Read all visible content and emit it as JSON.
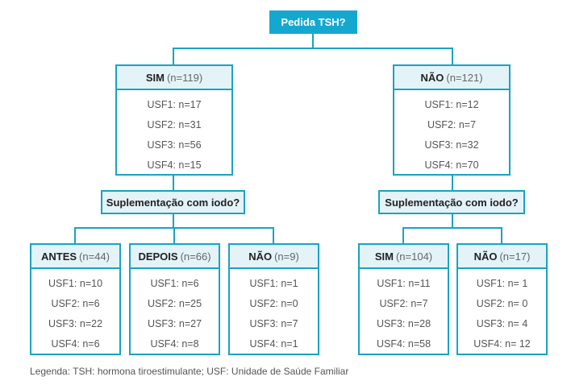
{
  "root": {
    "label": "Pedida TSH?"
  },
  "branches": [
    {
      "label": "SIM",
      "n": "(n=119)",
      "rows": [
        "USF1: n=17",
        "USF2: n=31",
        "USF3: n=56",
        "USF4: n=15"
      ],
      "question": "Suplementação com iodo?",
      "children": [
        {
          "label": "ANTES",
          "n": "(n=44)",
          "rows": [
            "USF1: n=10",
            "USF2: n=6",
            "USF3: n=22",
            "USF4: n=6"
          ]
        },
        {
          "label": "DEPOIS",
          "n": "(n=66)",
          "rows": [
            "USF1: n=6",
            "USF2: n=25",
            "USF3: n=27",
            "USF4: n=8"
          ]
        },
        {
          "label": "NÃO",
          "n": "(n=9)",
          "rows": [
            "USF1: n=1",
            "USF2: n=0",
            "USF3: n=7",
            "USF4: n=1"
          ]
        }
      ]
    },
    {
      "label": "NÃO",
      "n": "(n=121)",
      "rows": [
        "USF1: n=12",
        "USF2: n=7",
        "USF3: n=32",
        "USF4: n=70"
      ],
      "question": "Suplementação com iodo?",
      "children": [
        {
          "label": "SIM",
          "n": "(n=104)",
          "rows": [
            "USF1: n=11",
            "USF2: n=7",
            "USF3: n=28",
            "USF4: n=58"
          ]
        },
        {
          "label": "NÃO",
          "n": "(n=17)",
          "rows": [
            "USF1: n= 1",
            "USF2: n= 0",
            "USF3: n= 4",
            "USF4: n= 12"
          ]
        }
      ]
    }
  ],
  "legend": "Legenda: TSH: hormona tiroestimulante; USF: Unidade de Saúde Familiar"
}
